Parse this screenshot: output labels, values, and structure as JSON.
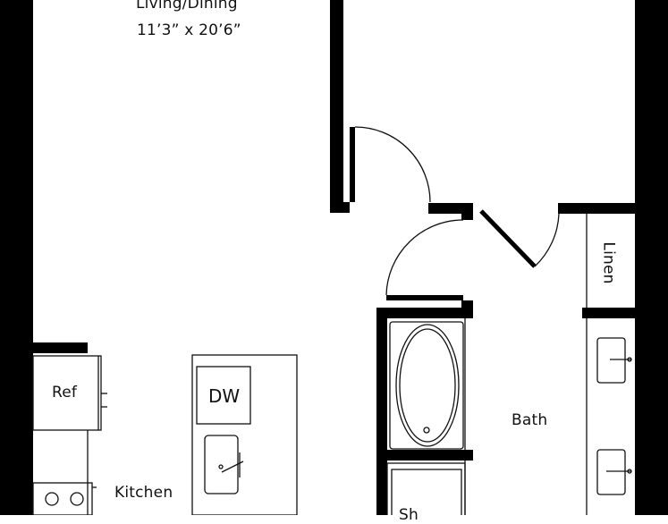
{
  "rooms": {
    "living_dining": {
      "name": "Living/Dining",
      "dimensions": "11’3” x 20’6”"
    },
    "kitchen": {
      "name": "Kitchen"
    },
    "bath": {
      "name": "Bath"
    },
    "linen": {
      "name": "Linen"
    },
    "shower": {
      "name": "Sh"
    }
  },
  "fixtures": {
    "refrigerator": "Ref",
    "dishwasher": "DW"
  },
  "colors": {
    "wall": "#000000",
    "line": "#111111",
    "background": "#ffffff"
  }
}
